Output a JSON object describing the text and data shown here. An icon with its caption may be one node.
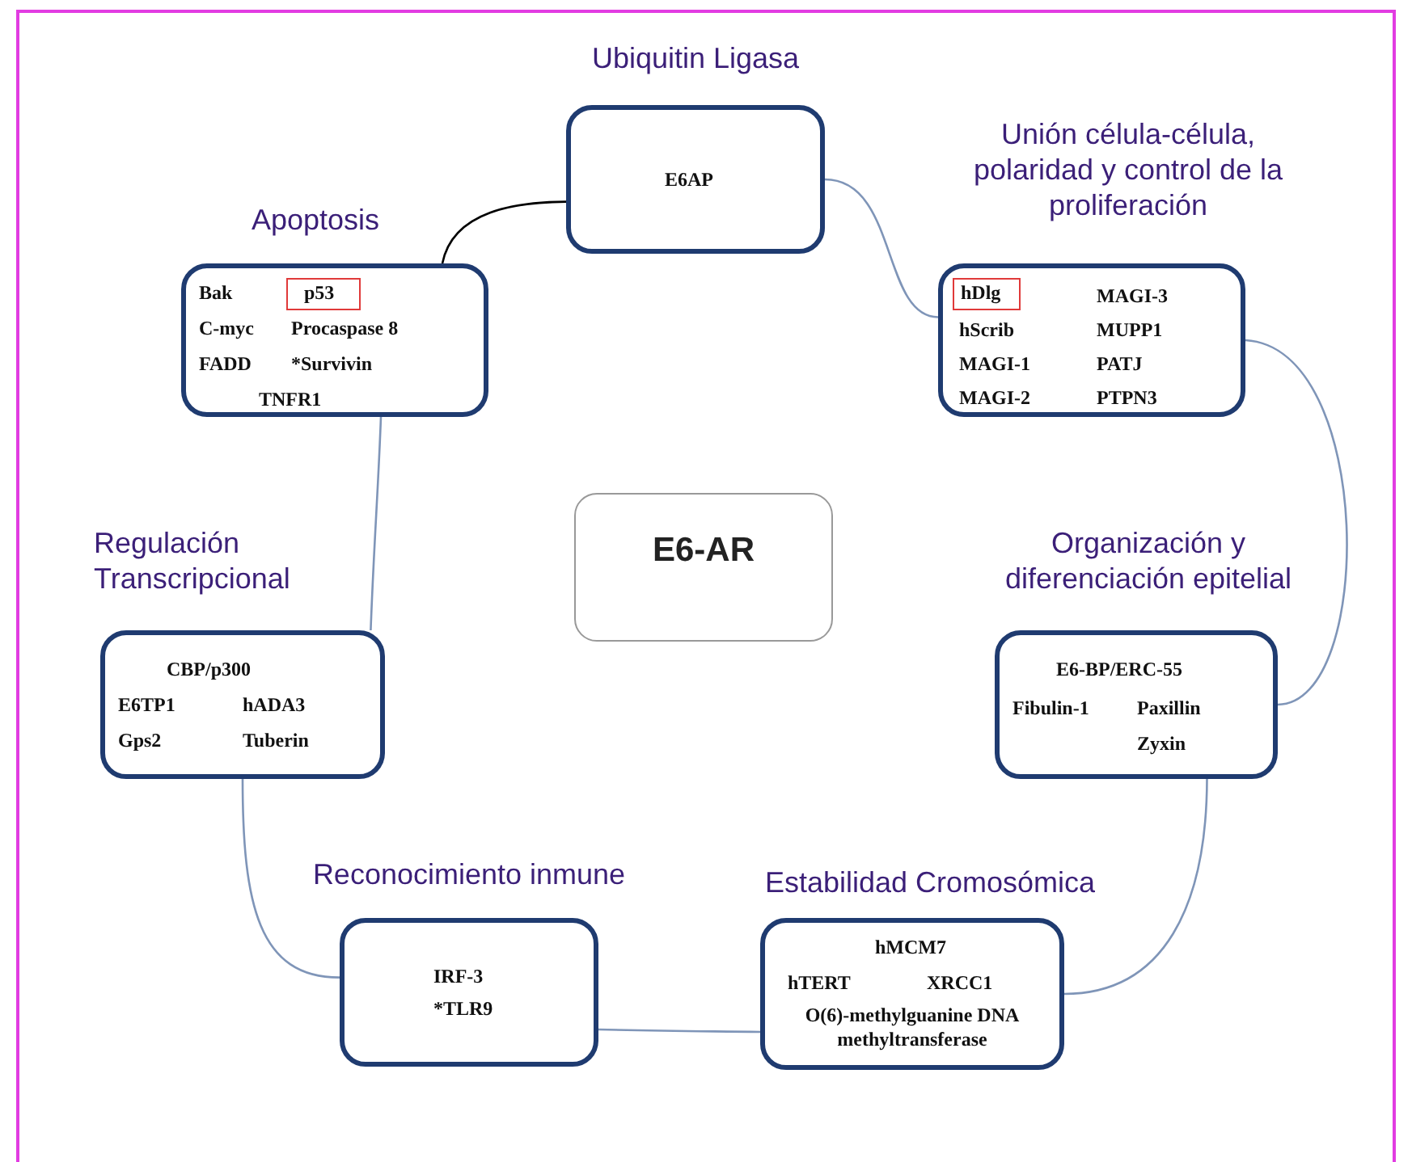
{
  "diagram": {
    "nodes": [
      {
        "text": [
          "Ubiquitin Ligasa",
          "E6AP"
        ]
      },
      {
        "text": [
          "Unión célula-célula, polaridad y control de la proliferación",
          "hScrib",
          "MAGI-1",
          "MAGI-2",
          "MAGI-3",
          "MUPP1",
          "PATJ",
          "PTPN3"
        ]
      },
      {
        "text": [
          "hDlg"
        ],
        "in": 1
      },
      {
        "text": [
          "Organización y diferenciación epitelial",
          "E6-BP/ERC-55",
          "Fibulin-1",
          "Paxillin",
          "Zyxin"
        ]
      },
      {
        "text": [
          "Estabilidad Cromosómica",
          "hMCM7",
          "hTERT",
          "XRCC1",
          "O(6)-methylguanine DNA methyltransferase"
        ]
      },
      {
        "text": [
          "Reconocimiento inmune",
          "IRF-3",
          "*TLR9"
        ]
      },
      {
        "text": [
          "Regulación Transcripcional",
          "CBP/p300",
          "E6TP1",
          "hADA3",
          "Gps2",
          "Tuberin"
        ]
      },
      {
        "text": [
          "Apoptosis",
          "Bak",
          "C-myc",
          "Procaspase 8",
          "FADD",
          "*Survivin",
          "TNFR1"
        ]
      },
      {
        "text": [
          "p53"
        ],
        "in": 7
      },
      {
        "text": [
          "E6-AR"
        ]
      }
    ],
    "edges": [
      {
        "from": 0,
        "to": 1,
        "arrow": "none"
      },
      {
        "from": 1,
        "to": 3,
        "arrow": "none"
      },
      {
        "from": 3,
        "to": 4,
        "arrow": "none"
      },
      {
        "from": 4,
        "to": 5,
        "arrow": "none"
      },
      {
        "from": 5,
        "to": 6,
        "arrow": "none"
      },
      {
        "from": 6,
        "to": 7,
        "arrow": "none"
      },
      {
        "from": 7,
        "to": 0,
        "arrow": "none",
        "color": "#000000"
      }
    ]
  }
}
